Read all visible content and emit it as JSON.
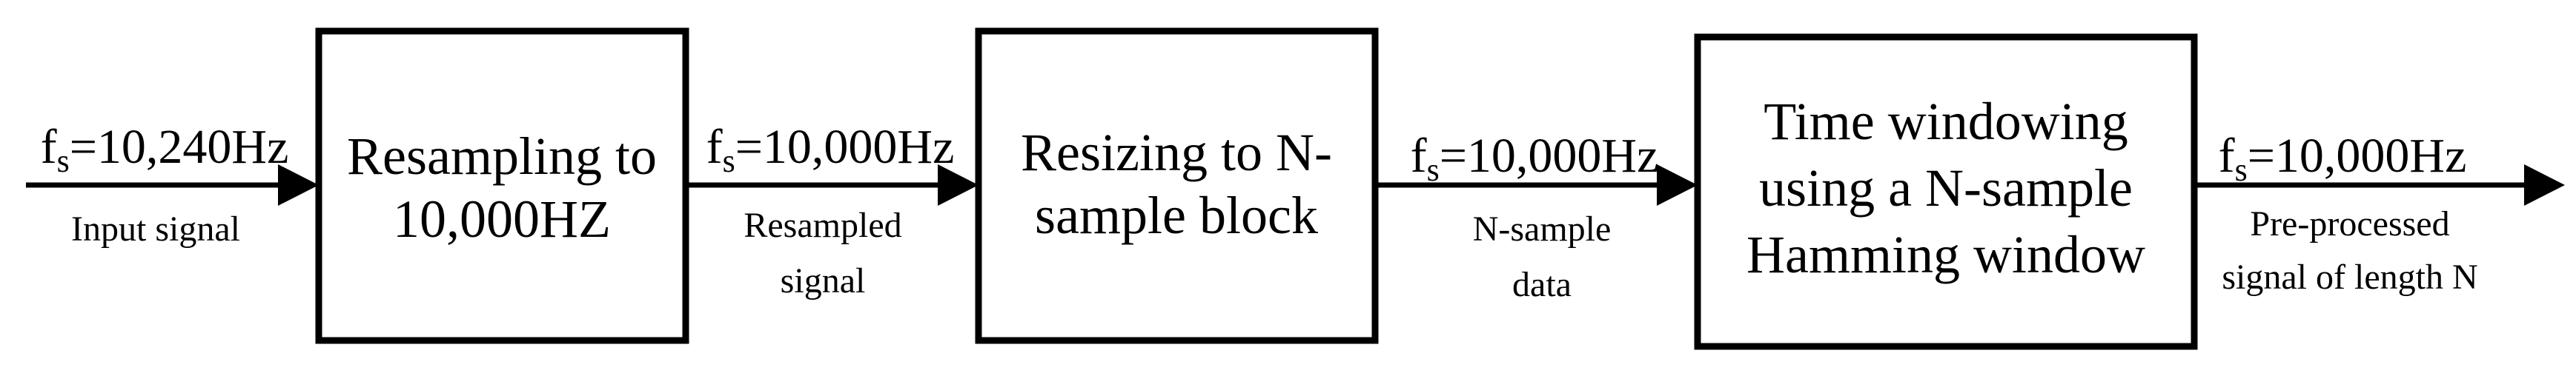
{
  "blocks": [
    {
      "line1": "Resampling to",
      "line2": "10,000HZ"
    },
    {
      "line1": "Resizing to N-",
      "line2": "sample block"
    },
    {
      "line1": "Time windowing",
      "line2": "using a N-sample",
      "line3": "Hamming window"
    }
  ],
  "signals": [
    {
      "rate_var": "f",
      "rate_sub": "s",
      "rate_value": "=10,240Hz",
      "label1": "Input signal"
    },
    {
      "rate_var": "f",
      "rate_sub": "s",
      "rate_value": "=10,000Hz",
      "label1": "Resampled",
      "label2": "signal"
    },
    {
      "rate_var": "f",
      "rate_sub": "s",
      "rate_value": "=10,000Hz",
      "label1": "N-sample",
      "label2": "data"
    },
    {
      "rate_var": "f",
      "rate_sub": "s",
      "rate_value": "=10,000Hz",
      "label1": "Pre-processed",
      "label2": "signal of length N"
    }
  ]
}
